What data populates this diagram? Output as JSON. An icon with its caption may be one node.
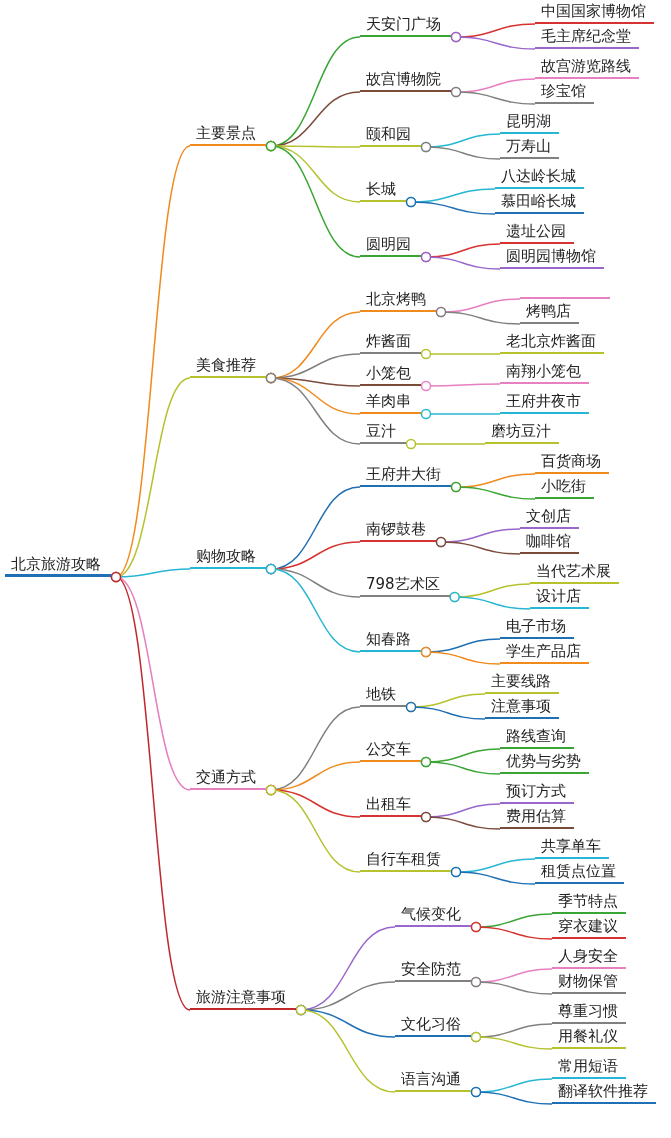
{
  "diagram": {
    "nodes": [
      {
        "text": [
          "北京旅游攻略"
        ]
      },
      {
        "text": [
          "主要景点"
        ]
      },
      {
        "text": [
          "天安门广场"
        ]
      },
      {
        "text": [
          "中国国家博物馆"
        ]
      },
      {
        "text": [
          "毛主席纪念堂"
        ]
      },
      {
        "text": [
          "故宫博物院"
        ]
      },
      {
        "text": [
          "故宫游览路线"
        ]
      },
      {
        "text": [
          "珍宝馆"
        ]
      },
      {
        "text": [
          "颐和园"
        ]
      },
      {
        "text": [
          "昆明湖"
        ]
      },
      {
        "text": [
          "万寿山"
        ]
      },
      {
        "text": [
          "长城"
        ]
      },
      {
        "text": [
          "八达岭长城"
        ]
      },
      {
        "text": [
          "慕田峪长城"
        ]
      },
      {
        "text": [
          "圆明园"
        ]
      },
      {
        "text": [
          "遗址公园"
        ]
      },
      {
        "text": [
          "圆明园博物馆"
        ]
      },
      {
        "text": [
          "美食推荐"
        ]
      },
      {
        "text": [
          "北京烤鸭"
        ]
      },
      {
        "text": [],
        "shape": "bar"
      },
      {
        "text": [
          "烤鸭店"
        ]
      },
      {
        "text": [
          "炸酱面"
        ]
      },
      {
        "text": [
          "老北京炸酱面"
        ]
      },
      {
        "text": [
          "小笼包"
        ]
      },
      {
        "text": [
          "南翔小笼包"
        ]
      },
      {
        "text": [
          "羊肉串"
        ]
      },
      {
        "text": [
          "王府井夜市"
        ]
      },
      {
        "text": [
          "豆汁"
        ]
      },
      {
        "text": [
          "磨坊豆汁"
        ]
      },
      {
        "text": [
          "购物攻略"
        ]
      },
      {
        "text": [
          "王府井大街"
        ]
      },
      {
        "text": [
          "百货商场"
        ]
      },
      {
        "text": [
          "小吃街"
        ]
      },
      {
        "text": [
          "南锣鼓巷"
        ]
      },
      {
        "text": [
          "文创店"
        ]
      },
      {
        "text": [
          "咖啡馆"
        ]
      },
      {
        "text": [
          "798艺术区"
        ]
      },
      {
        "text": [
          "当代艺术展"
        ]
      },
      {
        "text": [
          "设计店"
        ]
      },
      {
        "text": [
          "知春路"
        ]
      },
      {
        "text": [
          "电子市场"
        ]
      },
      {
        "text": [
          "学生产品店"
        ]
      },
      {
        "text": [
          "交通方式"
        ]
      },
      {
        "text": [
          "地铁"
        ]
      },
      {
        "text": [
          "主要线路"
        ]
      },
      {
        "text": [
          "注意事项"
        ]
      },
      {
        "text": [
          "公交车"
        ]
      },
      {
        "text": [
          "路线查询"
        ]
      },
      {
        "text": [
          "优势与劣势"
        ]
      },
      {
        "text": [
          "出租车"
        ]
      },
      {
        "text": [
          "预订方式"
        ]
      },
      {
        "text": [
          "费用估算"
        ]
      },
      {
        "text": [
          "自行车租赁"
        ]
      },
      {
        "text": [
          "共享单车"
        ]
      },
      {
        "text": [
          "租赁点位置"
        ]
      },
      {
        "text": [
          "旅游注意事项"
        ]
      },
      {
        "text": [
          "气候变化"
        ]
      },
      {
        "text": [
          "季节特点"
        ]
      },
      {
        "text": [
          "穿衣建议"
        ]
      },
      {
        "text": [
          "安全防范"
        ]
      },
      {
        "text": [
          "人身安全"
        ]
      },
      {
        "text": [
          "财物保管"
        ]
      },
      {
        "text": [
          "文化习俗"
        ]
      },
      {
        "text": [
          "尊重习惯"
        ]
      },
      {
        "text": [
          "用餐礼仪"
        ]
      },
      {
        "text": [
          "语言沟通"
        ]
      },
      {
        "text": [
          "常用短语"
        ]
      },
      {
        "text": [
          "翻译软件推荐"
        ]
      }
    ],
    "edges": [
      {
        "from": 0,
        "to": 1,
        "arrow": "other",
        "color": "#f08a1c"
      },
      {
        "from": 1,
        "to": 2,
        "arrow": "other",
        "color": "#3aa535"
      },
      {
        "from": 2,
        "to": 3,
        "arrow": "other",
        "color": "#d6322f"
      },
      {
        "from": 2,
        "to": 4,
        "arrow": "other",
        "color": "#9966cc"
      },
      {
        "from": 1,
        "to": 5,
        "arrow": "other",
        "color": "#7b4b3a"
      },
      {
        "from": 5,
        "to": 6,
        "arrow": "other",
        "color": "#e77fc0"
      },
      {
        "from": 5,
        "to": 7,
        "arrow": "other",
        "color": "#808080"
      },
      {
        "from": 1,
        "to": 8,
        "arrow": "other",
        "color": "#b5c22c"
      },
      {
        "from": 8,
        "to": 9,
        "arrow": "other",
        "color": "#25b7d3"
      },
      {
        "from": 8,
        "to": 10,
        "arrow": "other",
        "color": "#808080"
      },
      {
        "from": 1,
        "to": 11,
        "arrow": "other",
        "color": "#b5c22c"
      },
      {
        "from": 11,
        "to": 12,
        "arrow": "other",
        "color": "#25b7d3"
      },
      {
        "from": 11,
        "to": 13,
        "arrow": "other",
        "color": "#1f6fb5"
      },
      {
        "from": 1,
        "to": 14,
        "arrow": "other",
        "color": "#3aa535"
      },
      {
        "from": 14,
        "to": 15,
        "arrow": "other",
        "color": "#d6322f"
      },
      {
        "from": 14,
        "to": 16,
        "arrow": "other",
        "color": "#9966cc"
      },
      {
        "from": 0,
        "to": 17,
        "arrow": "other",
        "color": "#b5c22c"
      },
      {
        "from": 17,
        "to": 18,
        "arrow": "other",
        "color": "#f08a1c"
      },
      {
        "from": 18,
        "to": 19,
        "arrow": "other",
        "color": "#e77fc0"
      },
      {
        "from": 18,
        "to": 20,
        "arrow": "other",
        "color": "#808080"
      },
      {
        "from": 17,
        "to": 21,
        "arrow": "other",
        "color": "#808080"
      },
      {
        "from": 21,
        "to": 22,
        "arrow": "other",
        "color": "#b5c22c"
      },
      {
        "from": 17,
        "to": 23,
        "arrow": "other",
        "color": "#7b4b3a"
      },
      {
        "from": 23,
        "to": 24,
        "arrow": "other",
        "color": "#e77fc0"
      },
      {
        "from": 17,
        "to": 25,
        "arrow": "other",
        "color": "#f08a1c"
      },
      {
        "from": 25,
        "to": 26,
        "arrow": "other",
        "color": "#25b7d3"
      },
      {
        "from": 17,
        "to": 27,
        "arrow": "other",
        "color": "#808080"
      },
      {
        "from": 27,
        "to": 28,
        "arrow": "other",
        "color": "#b5c22c"
      },
      {
        "from": 0,
        "to": 29,
        "arrow": "other",
        "color": "#25b7d3"
      },
      {
        "from": 29,
        "to": 30,
        "arrow": "other",
        "color": "#1f6fb5"
      },
      {
        "from": 30,
        "to": 31,
        "arrow": "other",
        "color": "#f08a1c"
      },
      {
        "from": 30,
        "to": 32,
        "arrow": "other",
        "color": "#3aa535"
      },
      {
        "from": 29,
        "to": 33,
        "arrow": "other",
        "color": "#d6322f"
      },
      {
        "from": 33,
        "to": 34,
        "arrow": "other",
        "color": "#9966cc"
      },
      {
        "from": 33,
        "to": 35,
        "arrow": "other",
        "color": "#7b4b3a"
      },
      {
        "from": 29,
        "to": 36,
        "arrow": "other",
        "color": "#808080"
      },
      {
        "from": 36,
        "to": 37,
        "arrow": "other",
        "color": "#b5c22c"
      },
      {
        "from": 36,
        "to": 38,
        "arrow": "other",
        "color": "#25b7d3"
      },
      {
        "from": 29,
        "to": 39,
        "arrow": "other",
        "color": "#25b7d3"
      },
      {
        "from": 39,
        "to": 40,
        "arrow": "other",
        "color": "#1f6fb5"
      },
      {
        "from": 39,
        "to": 41,
        "arrow": "other",
        "color": "#f08a1c"
      },
      {
        "from": 0,
        "to": 42,
        "arrow": "other",
        "color": "#e77fc0"
      },
      {
        "from": 42,
        "to": 43,
        "arrow": "other",
        "color": "#808080"
      },
      {
        "from": 43,
        "to": 44,
        "arrow": "other",
        "color": "#b5c22c"
      },
      {
        "from": 43,
        "to": 45,
        "arrow": "other",
        "color": "#1f6fb5"
      },
      {
        "from": 42,
        "to": 46,
        "arrow": "other",
        "color": "#f08a1c"
      },
      {
        "from": 46,
        "to": 47,
        "arrow": "other",
        "color": "#3aa535"
      },
      {
        "from": 46,
        "to": 48,
        "arrow": "other",
        "color": "#3aa535"
      },
      {
        "from": 42,
        "to": 49,
        "arrow": "other",
        "color": "#d6322f"
      },
      {
        "from": 49,
        "to": 50,
        "arrow": "other",
        "color": "#9966cc"
      },
      {
        "from": 49,
        "to": 51,
        "arrow": "other",
        "color": "#7b4b3a"
      },
      {
        "from": 42,
        "to": 52,
        "arrow": "other",
        "color": "#b5c22c"
      },
      {
        "from": 52,
        "to": 53,
        "arrow": "other",
        "color": "#25b7d3"
      },
      {
        "from": 52,
        "to": 54,
        "arrow": "other",
        "color": "#1f6fb5"
      },
      {
        "from": 0,
        "to": 55,
        "arrow": "other",
        "color": "#c0282d"
      },
      {
        "from": 55,
        "to": 56,
        "arrow": "other",
        "color": "#9966cc"
      },
      {
        "from": 56,
        "to": 57,
        "arrow": "other",
        "color": "#3aa535"
      },
      {
        "from": 56,
        "to": 58,
        "arrow": "other",
        "color": "#d6322f"
      },
      {
        "from": 55,
        "to": 59,
        "arrow": "other",
        "color": "#808080"
      },
      {
        "from": 59,
        "to": 60,
        "arrow": "other",
        "color": "#e77fc0"
      },
      {
        "from": 59,
        "to": 61,
        "arrow": "other",
        "color": "#808080"
      },
      {
        "from": 55,
        "to": 62,
        "arrow": "other",
        "color": "#1f6fb5"
      },
      {
        "from": 62,
        "to": 63,
        "arrow": "other",
        "color": "#808080"
      },
      {
        "from": 62,
        "to": 64,
        "arrow": "other",
        "color": "#b5c22c"
      },
      {
        "from": 55,
        "to": 65,
        "arrow": "other",
        "color": "#b5c22c"
      },
      {
        "from": 65,
        "to": 66,
        "arrow": "other",
        "color": "#25b7d3"
      },
      {
        "from": 65,
        "to": 67,
        "arrow": "other",
        "color": "#1f6fb5"
      }
    ]
  }
}
